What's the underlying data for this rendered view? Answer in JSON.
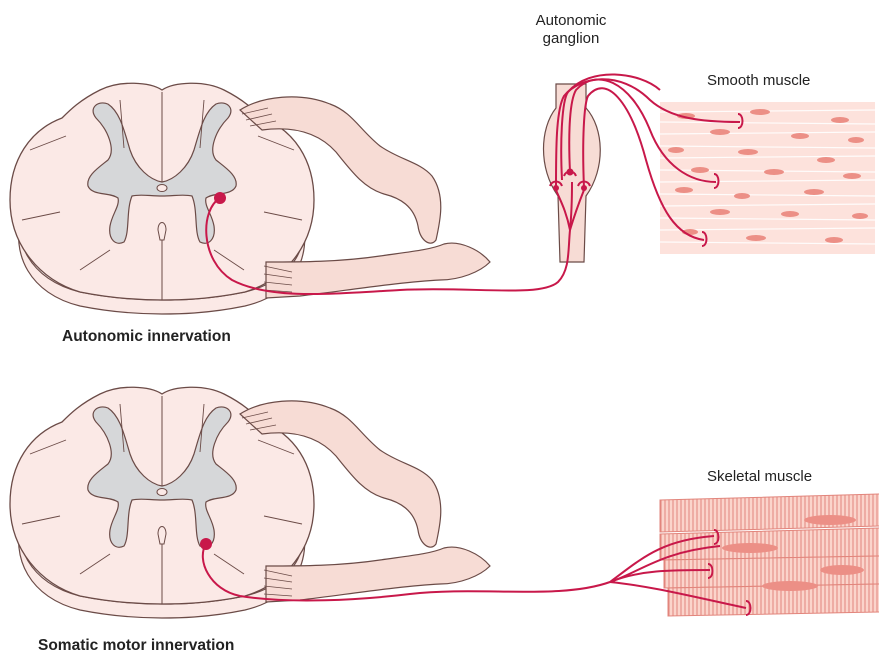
{
  "labels": {
    "autonomic_ganglion": [
      "Autonomic",
      "ganglion"
    ],
    "smooth_muscle": "Smooth muscle",
    "skeletal_muscle": "Skeletal muscle",
    "autonomic_caption": "Autonomic innervation",
    "somatic_caption": "Somatic motor innervation"
  },
  "colors": {
    "tissue_fill": "#fbe9e6",
    "tissue_stroke": "#6b4b47",
    "grey_matter": "#d6d7d9",
    "nerve_fill": "#f7dcd5",
    "neuron": "#c8184a",
    "smooth_muscle_fill": "#fde2dc",
    "muscle_nuclei": "#ec8f86",
    "skeletal_fill": "#fbd4cb",
    "striation": "#e2857c"
  }
}
